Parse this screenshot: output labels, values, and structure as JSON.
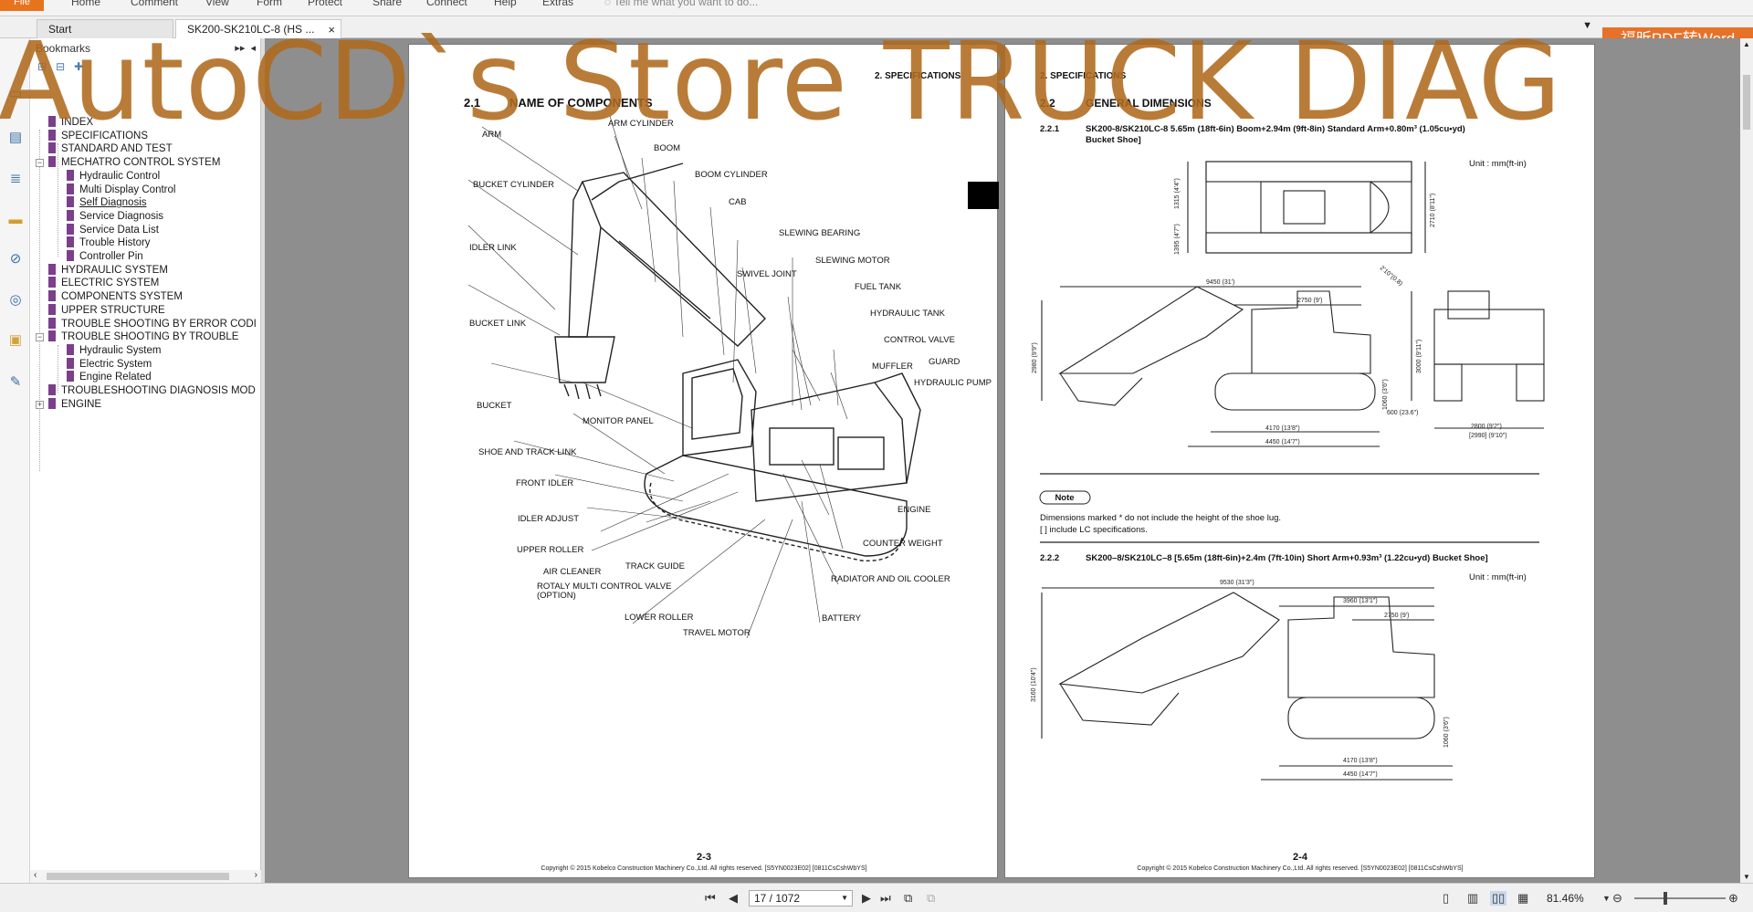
{
  "ribbon": {
    "file_label": "File",
    "menus": [
      "Home",
      "Comment",
      "View",
      "Form",
      "Protect",
      "Share",
      "Connect",
      "Help",
      "Extras"
    ],
    "tell_me": "Tell me what you want to do..."
  },
  "tabs": {
    "start": "Start",
    "active": "SK200-SK210LC-8 (HS ...",
    "close": "×"
  },
  "promo": "福昕PDF转Word",
  "bookmarks": {
    "title": "Bookmarks",
    "items": [
      {
        "label": "INDEX",
        "level": 0
      },
      {
        "label": "SPECIFICATIONS",
        "level": 0
      },
      {
        "label": "STANDARD AND TEST",
        "level": 0
      },
      {
        "label": "MECHATRO CONTROL SYSTEM",
        "level": 0
      },
      {
        "label": "Hydraulic Control",
        "level": 1
      },
      {
        "label": "Multi Display Control",
        "level": 1
      },
      {
        "label": "Self Diagnosis",
        "level": 1
      },
      {
        "label": "Service Diagnosis",
        "level": 1
      },
      {
        "label": "Service Data List",
        "level": 1
      },
      {
        "label": "Trouble History",
        "level": 1
      },
      {
        "label": "Controller Pin",
        "level": 1
      },
      {
        "label": "HYDRAULIC SYSTEM",
        "level": 0
      },
      {
        "label": "ELECTRIC SYSTEM",
        "level": 0
      },
      {
        "label": "COMPONENTS SYSTEM",
        "level": 0
      },
      {
        "label": "UPPER STRUCTURE",
        "level": 0
      },
      {
        "label": "TROUBLE SHOOTING BY ERROR CODI",
        "level": 0
      },
      {
        "label": "TROUBLE SHOOTING BY TROUBLE",
        "level": 0
      },
      {
        "label": "Hydraulic System",
        "level": 1
      },
      {
        "label": "Electric System",
        "level": 1
      },
      {
        "label": "Engine Related",
        "level": 1
      },
      {
        "label": "TROUBLESHOOTING DIAGNOSIS MOD",
        "level": 0
      },
      {
        "label": "ENGINE",
        "level": 0
      }
    ]
  },
  "watermark": "AutoCD`s Store  TRUCK DIAG",
  "left_page": {
    "section": "2. SPECIFICATIONS",
    "heading_num": "2.1",
    "heading": "NAME OF COMPONENTS",
    "labels": {
      "arm": "ARM",
      "arm_cylinder": "ARM CYLINDER",
      "boom": "BOOM",
      "bucket_cylinder": "BUCKET CYLINDER",
      "boom_cylinder": "BOOM CYLINDER",
      "cab": "CAB",
      "idler_link": "IDLER LINK",
      "slewing_bearing": "SLEWING BEARING",
      "swivel_joint": "SWIVEL JOINT",
      "slewing_motor": "SLEWING MOTOR",
      "fuel_tank": "FUEL TANK",
      "bucket_link": "BUCKET LINK",
      "hydraulic_tank": "HYDRAULIC TANK",
      "control_valve": "CONTROL VALVE",
      "muffler": "MUFFLER",
      "guard": "GUARD",
      "hydraulic_pump": "HYDRAULIC PUMP",
      "bucket": "BUCKET",
      "monitor_panel": "MONITOR PANEL",
      "shoe_track_link": "SHOE AND TRACK LINK",
      "front_idler": "FRONT IDLER",
      "engine": "ENGINE",
      "idler_adjust": "IDLER ADJUST",
      "counter_weight": "COUNTER WEIGHT",
      "upper_roller": "UPPER ROLLER",
      "track_guide": "TRACK GUIDE",
      "air_cleaner": "AIR CLEANER",
      "radiator": "RADIATOR AND OIL COOLER",
      "rotary_valve": "ROTALY MULTI CONTROL VALVE",
      "option": "(OPTION)",
      "lower_roller": "LOWER ROLLER",
      "battery": "BATTERY",
      "travel_motor": "TRAVEL MOTOR"
    },
    "page_number": "2-3",
    "copyright": "Copyright © 2015 Kobelco Construction Machinery Co.,Ltd. All rights reserved. [S5YN0023E02] [0811CsCshWbYS]"
  },
  "right_page": {
    "section": "2. SPECIFICATIONS",
    "heading_num": "2.2",
    "heading": "GENERAL DIMENSIONS",
    "sub1_num": "2.2.1",
    "sub1_text": "SK200-8/SK210LC-8 5.65m (18ft-6in) Boom+2.94m (9ft-8in) Standard Arm+0.80m³ (1.05cu•yd)",
    "sub1_text2": "Bucket Shoe]",
    "unit": "Unit : mm(ft-in)",
    "dims_top": [
      "2710 (8'11\")",
      "1315 (4'4\")",
      "1395 (4'7\")",
      "2'10\"(0.8)"
    ],
    "dims_side": [
      "9450 (31')",
      "2750 (9')",
      "4170 (13'8\")",
      "4450 (14'7\")",
      "2980 (9'9\")",
      "1060 (3'6\")"
    ],
    "dims_front": [
      "3000 (9'11\")",
      "600 (23.6\")",
      "2800 (9'2\")",
      "[2990] (9'10\")"
    ],
    "note_label": "Note",
    "note1": "Dimensions marked * do not include the height of the shoe lug.",
    "note2": "[  ] include LC specifications.",
    "sub2_num": "2.2.2",
    "sub2_text": "SK200–8/SK210LC–8 [5.65m (18ft-6in)+2.4m (7ft-10in) Short Arm+0.93m³ (1.22cu•yd) Bucket Shoe]",
    "dims_bottom": [
      "9530 (31'3\")",
      "3960 (13'1\")",
      "2750 (9')",
      "3160 (10'4\")",
      "1060 (3'6\")",
      "4170 (13'8\")",
      "4450 (14'7\")"
    ],
    "page_number": "2-4",
    "copyright": "Copyright © 2015 Kobelco Construction Machinery Co.,Ltd. All rights reserved. [S5YN0023E02] [0811CsCshWbYS]"
  },
  "statusbar": {
    "page_display": "17 / 1072",
    "zoom": "81.46%"
  }
}
